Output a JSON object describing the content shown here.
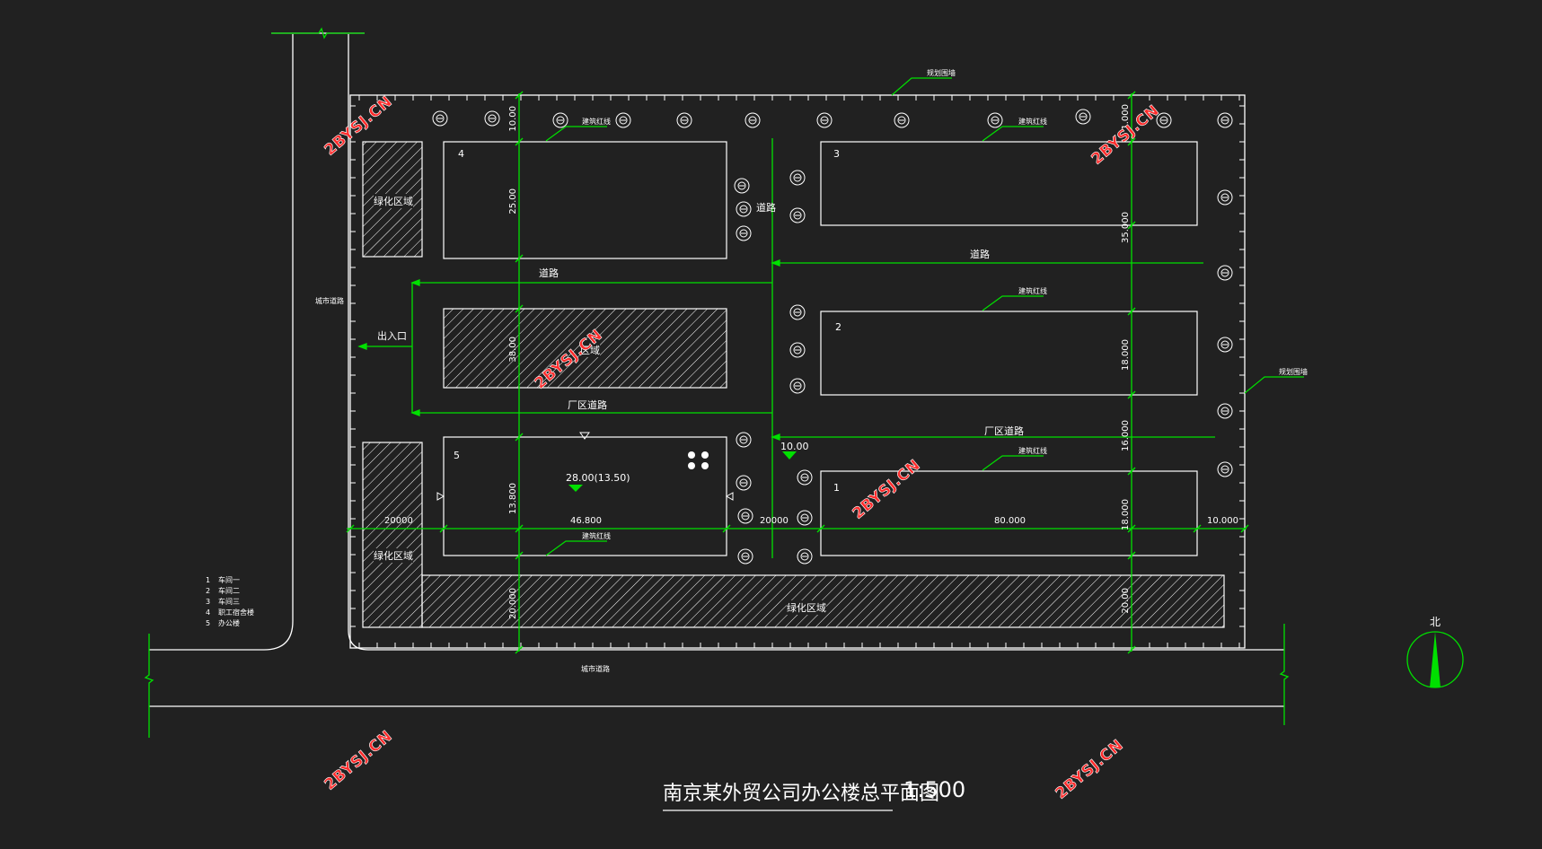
{
  "title": {
    "text": "南京某外贸公司办公楼总平面图",
    "scale": "1:500"
  },
  "watermark": "2BYSJ.CN",
  "north_label": "北",
  "colors": {
    "background": "#212121",
    "line": "#ffffff",
    "axis": "#00e000",
    "watermark": "#ff2b2b"
  },
  "buildings": [
    {
      "number": "1",
      "name": "车间一"
    },
    {
      "number": "2",
      "name": "车间二"
    },
    {
      "number": "3",
      "name": "车间三"
    },
    {
      "number": "4",
      "name": "职工宿舍楼"
    },
    {
      "number": "5",
      "name": "办公楼"
    }
  ],
  "labels": {
    "city_road": "城市道路",
    "green_zone": "绿化区域",
    "road": "道路",
    "factory_road": "厂区道路",
    "entrance": "出入口",
    "build_line": "建筑红线",
    "planned_wall": "规划围墙",
    "hatch_zone": "区域"
  },
  "elevations": {
    "office": "28.00(13.50)",
    "site": "10.00"
  },
  "dims": {
    "d_10_00": "10.00",
    "d_25_00": "25.00",
    "d_38_00": "38.00",
    "d_13_800": "13.800",
    "d_20_000_v": "20.000",
    "d_20000_left": "20000",
    "d_46_800": "46.800",
    "d_20000_mid": "20000",
    "d_80_000": "80.000",
    "d_10_000": "10.000",
    "d_1_000": "1.000",
    "d_35_000": "35.000",
    "d_18_000_a": "18.000",
    "d_16_000": "16.000",
    "d_18_000_b": "18.000",
    "d_20_00_r": "20.00"
  }
}
